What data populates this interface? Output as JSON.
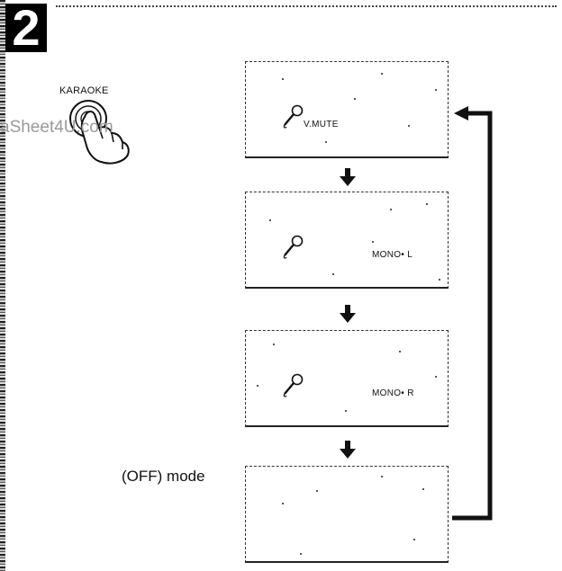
{
  "step_number": "2",
  "button_label": "KARAOKE",
  "watermark": "aSheet4U.com",
  "panels": [
    {
      "icon": "microphone-icon",
      "text": "V.MUTE"
    },
    {
      "icon": "microphone-icon",
      "text": "MONO• L"
    },
    {
      "icon": "microphone-icon",
      "text": "MONO• R"
    },
    {
      "icon": "",
      "text": ""
    }
  ],
  "off_mode_label": "(OFF) mode",
  "colors": {
    "ink": "#111111",
    "watermark": "#9a9a9a",
    "background": "#ffffff"
  }
}
